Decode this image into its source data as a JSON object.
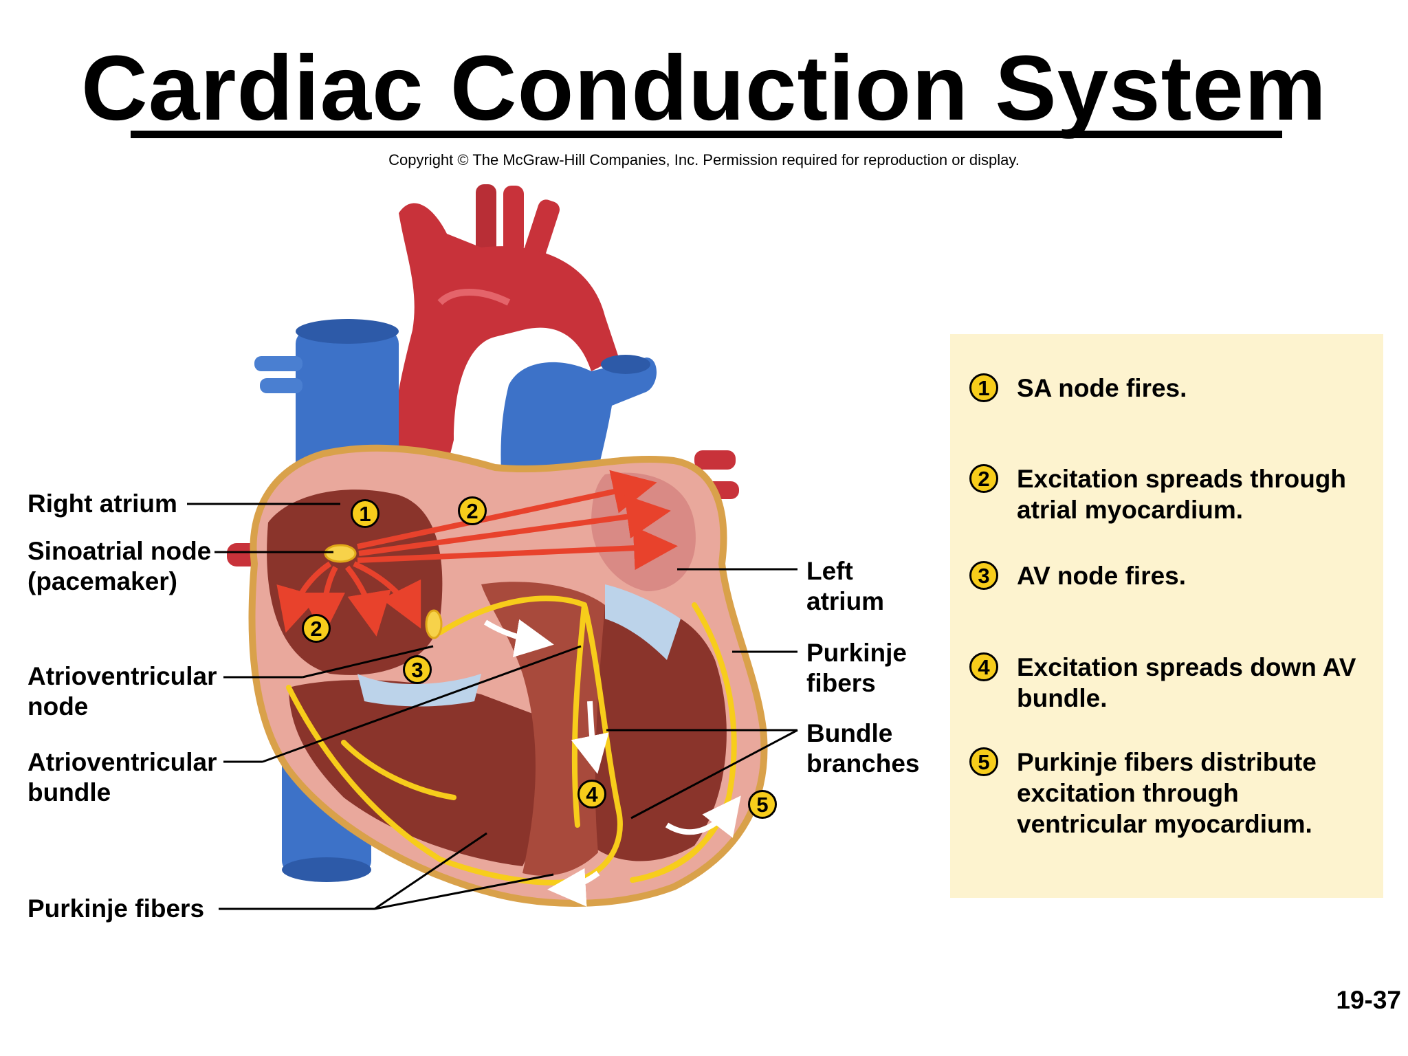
{
  "title": "Cardiac Conduction System",
  "copyright": "Copyright © The McGraw-Hill Companies, Inc. Permission required for reproduction or display.",
  "labels": {
    "right_atrium": "Right atrium",
    "sinoatrial_node": "Sinoatrial node",
    "pacemaker": "(pacemaker)",
    "av_node_1": "Atrioventricular",
    "av_node_2": "node",
    "av_bundle_1": "Atrioventricular",
    "av_bundle_2": "bundle",
    "purkinje_left": "Purkinje fibers",
    "left_atrium_1": "Left",
    "left_atrium_2": "atrium",
    "purkinje_right_1": "Purkinje",
    "purkinje_right_2": "fibers",
    "bundle_branches_1": "Bundle",
    "bundle_branches_2": "branches"
  },
  "markers": [
    "1",
    "2",
    "2",
    "3",
    "4",
    "5"
  ],
  "steps": [
    {
      "num": "1",
      "text": "SA node fires."
    },
    {
      "num": "2",
      "text": "Excitation spreads through atrial myocardium."
    },
    {
      "num": "3",
      "text": "AV node fires."
    },
    {
      "num": "4",
      "text": "Excitation spreads down AV bundle."
    },
    {
      "num": "5",
      "text": "Purkinje fibers distribute excitation through ventricular myocardium."
    }
  ],
  "page_number": "19-37",
  "colors": {
    "aorta_red": "#c8323a",
    "vein_blue": "#3d72c8",
    "myocardium": "#8e3a30",
    "purkinje_yellow": "#f7cd1b",
    "panel_bg": "#fdf3cf"
  }
}
